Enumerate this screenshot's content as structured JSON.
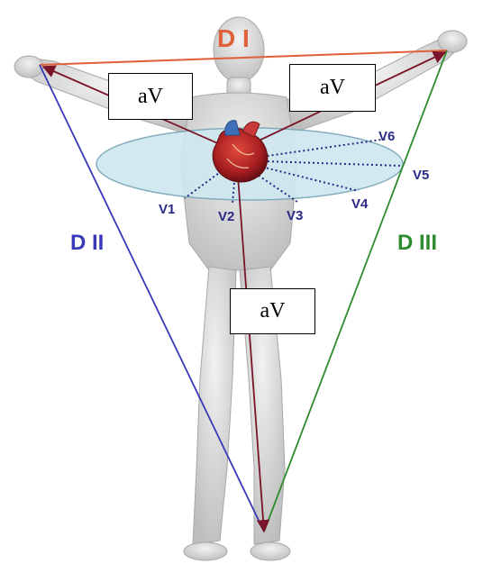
{
  "leads": {
    "d1": "D I",
    "d2": "D II",
    "d3": "D III"
  },
  "augmented": {
    "avr": "aV",
    "avl": "aV",
    "avf": "aV"
  },
  "precordial": [
    "V1",
    "V2",
    "V3",
    "V4",
    "V5",
    "V6"
  ],
  "colors": {
    "lead_d1": "#e0603a",
    "lead_d2": "#3a3ab8",
    "lead_d3": "#2e8b2e",
    "augmented_vector": "#7a1428",
    "precordial_plane": "#cfe8f0",
    "precordial_label": "#2a2a86",
    "body": "#d8d8d8"
  },
  "icons": {
    "figure": "human-body-silhouette",
    "organ": "heart-icon"
  }
}
